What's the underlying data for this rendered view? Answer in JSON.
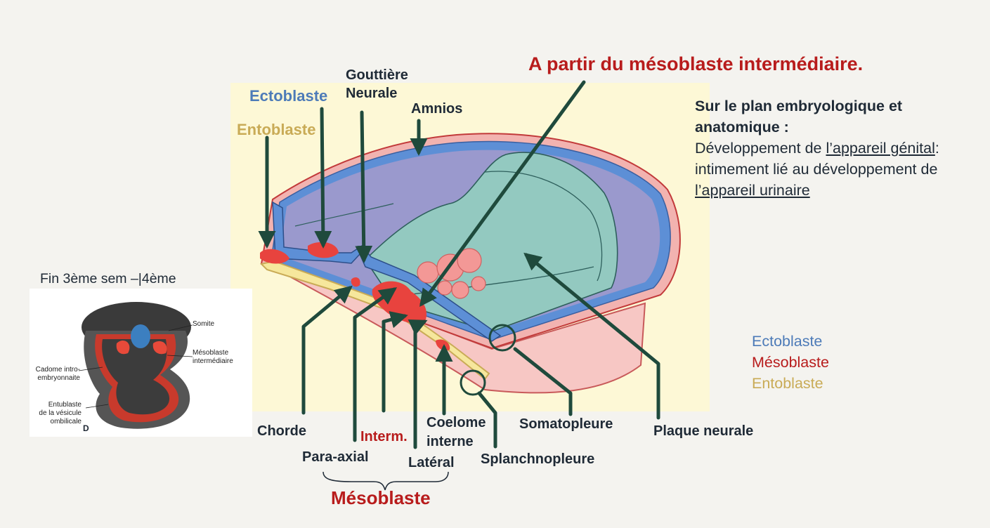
{
  "title": "A partir du mésoblaste intermédiaire.",
  "top_labels": {
    "ectoblaste": "Ectoblaste",
    "entoblaste": "Entoblaste",
    "gouttiere": "Gouttière Neurale",
    "amnios": "Amnios"
  },
  "description": {
    "heading": "Sur le plan embryologique et anatomique :",
    "part1": "Développement de ",
    "link1": "l’appareil génital",
    "part2": ": intimement lié au développement de ",
    "link2": "l’appareil urinaire"
  },
  "legend": [
    {
      "text": "Ectoblaste",
      "color": "#4d7bb8"
    },
    {
      "text": "Mésoblaste",
      "color": "#b81c1c"
    },
    {
      "text": "Entoblaste",
      "color": "#c9ab56"
    }
  ],
  "inset": {
    "caption": "Fin 3ème sem –|4ème",
    "somite": "Somite",
    "meso_inter_1": "Mésoblaste",
    "meso_inter_2": "intermédiaire",
    "cadome_1": "Cadome intro-",
    "cadome_2": "embryonnaite",
    "entub_1": "Entublaste",
    "entub_2": "de la vésicule",
    "entub_3": "ombilicale",
    "letter": "D"
  },
  "bottom_labels": {
    "chorde": "Chorde",
    "interm": "Interm.",
    "para_axial": "Para-axial",
    "lateral": "Latéral",
    "coelome": "Coelome interne",
    "splanchno": "Splanchnopleure",
    "somatopleure": "Somatopleure",
    "plaque": "Plaque neurale",
    "mesoblaste": "Mésoblaste"
  },
  "colors": {
    "ectoblaste": "#4d7bb8",
    "mesoblaste": "#b81c1c",
    "entoblaste": "#c9ab56",
    "arrow": "#1f4a3c",
    "amniotic_cavity": "#9a99cd",
    "neural_plate": "#93c9c0",
    "diagram_background": "#fdf8d6"
  }
}
